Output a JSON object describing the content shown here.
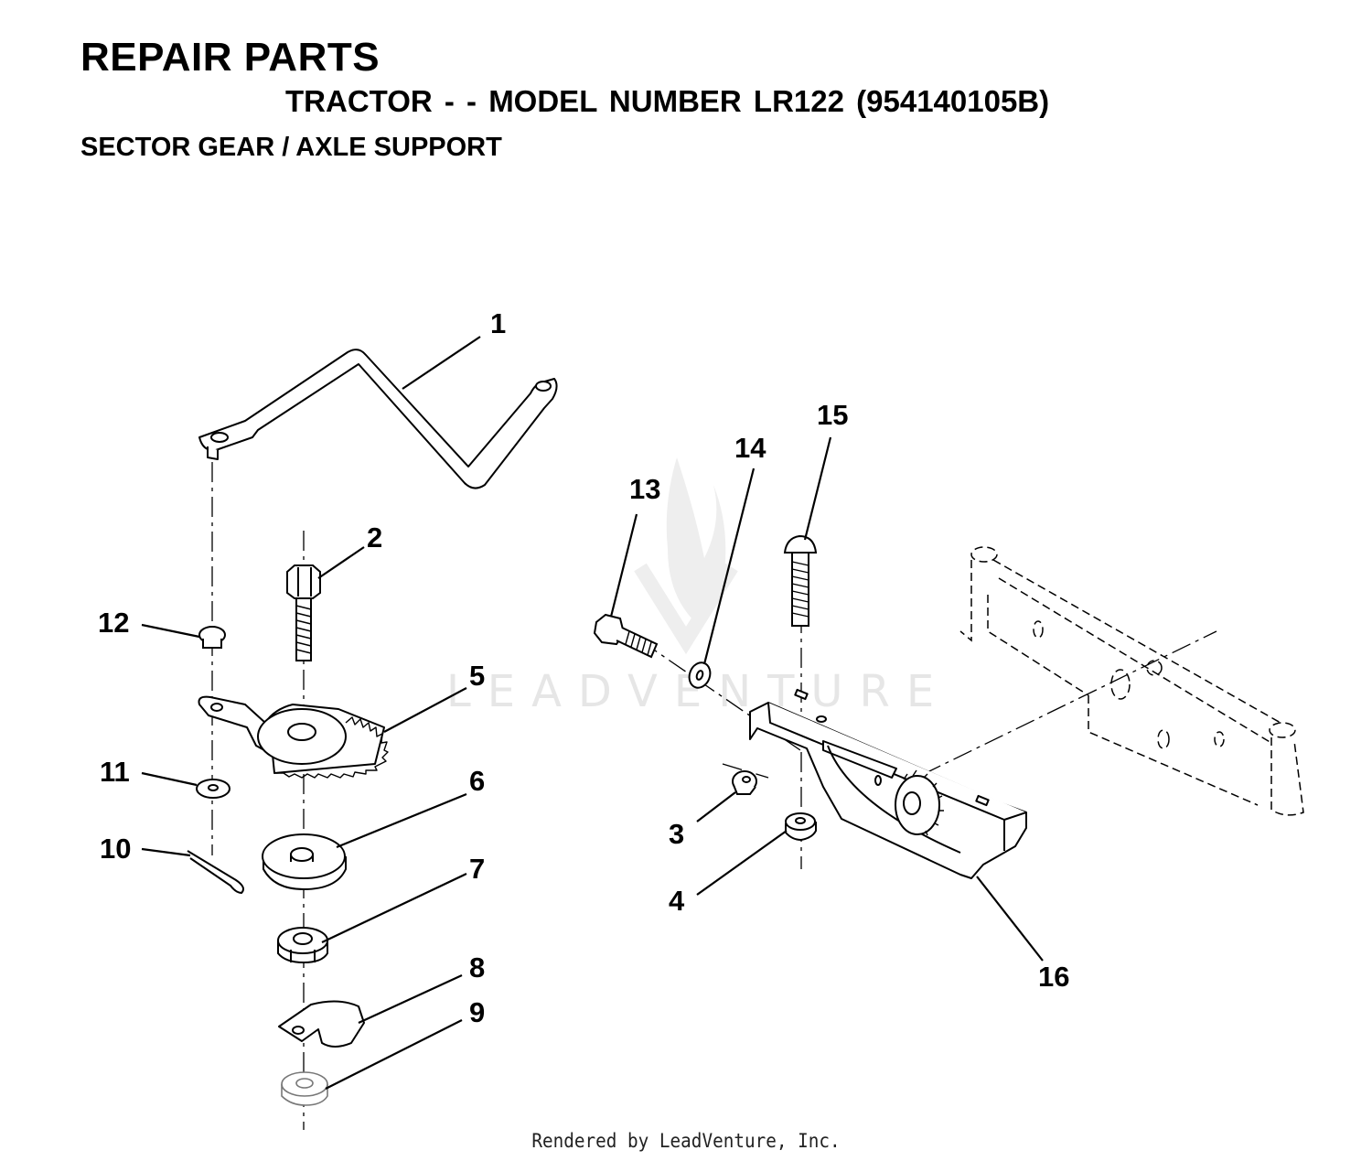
{
  "header": {
    "title": "REPAIR PARTS",
    "subtitle": "TRACTOR - - MODEL NUMBER LR122 (954140105B)",
    "section": "SECTOR GEAR / AXLE SUPPORT"
  },
  "watermark": "LEADVENTURE",
  "footer": "Rendered by LeadVenture, Inc.",
  "callouts": [
    "1",
    "2",
    "3",
    "4",
    "5",
    "6",
    "7",
    "8",
    "9",
    "10",
    "11",
    "12",
    "13",
    "14",
    "15",
    "16"
  ]
}
